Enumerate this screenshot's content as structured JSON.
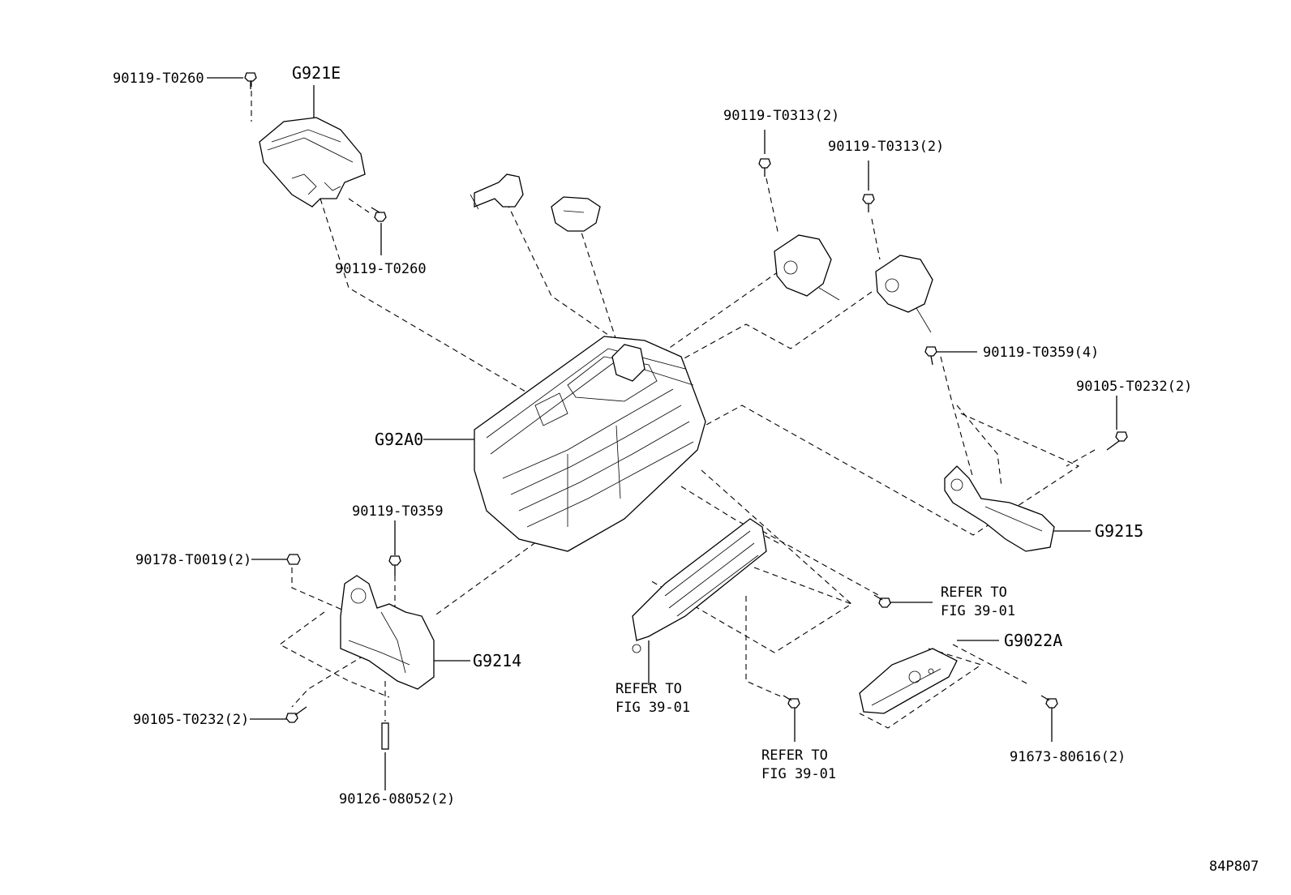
{
  "labels": {
    "bolt_top_left": "90119-T0260",
    "cover_group": "G921E",
    "bolt_cover_lower": "90119-T0260",
    "bolt_sensor_1": "90119-T0313(2)",
    "bolt_sensor_2": "90119-T0313(2)",
    "bolt_bracket_right": "90119-T0359(4)",
    "bolt_bracket_right_side": "90105-T0232(2)",
    "inverter_group": "G92A0",
    "bracket_right_group": "G9215",
    "bolt_left_bracket": "90119-T0359",
    "nut_left": "90178-T0019(2)",
    "bracket_left_group": "G9214",
    "bolt_left_lower": "90105-T0232(2)",
    "stud_left": "90126-08052(2)",
    "refer_right_1": "REFER TO",
    "refer_right_2": "FIG 39-01",
    "refer_bottom_1": "REFER TO",
    "refer_bottom_2": "FIG 39-01",
    "refer_center_1": "REFER TO",
    "refer_center_2": "FIG 39-01",
    "ecu_group": "G9022A",
    "bolt_ecu": "91673-80616(2)",
    "figure_code": "84P807"
  }
}
